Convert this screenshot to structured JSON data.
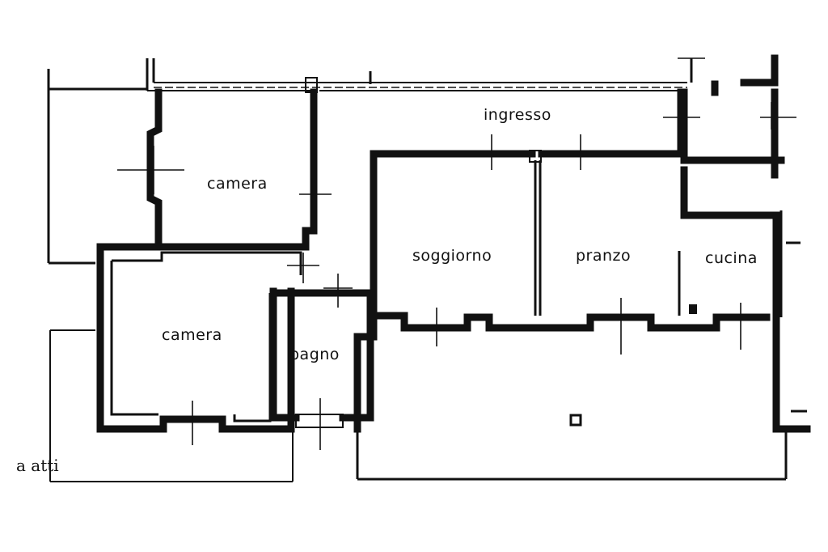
{
  "rooms": {
    "camera_top": "camera",
    "ingresso": "ingresso",
    "soggiorno": "soggiorno",
    "pranzo": "pranzo",
    "cucina": "cucina",
    "camera_bottom": "camera",
    "bagno": "bagno"
  },
  "notes": {
    "bottom_left": "a atti"
  }
}
